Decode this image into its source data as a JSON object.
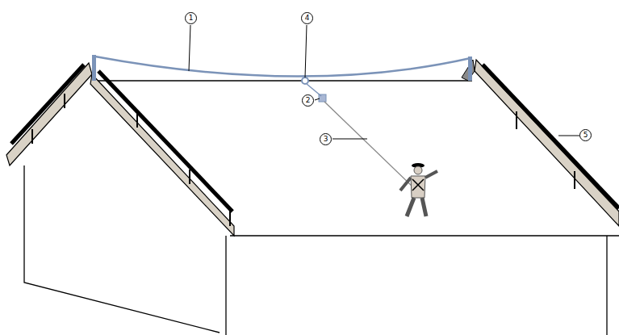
{
  "diagram": {
    "labels": [
      "1",
      "4",
      "2",
      "3",
      "5"
    ]
  }
}
